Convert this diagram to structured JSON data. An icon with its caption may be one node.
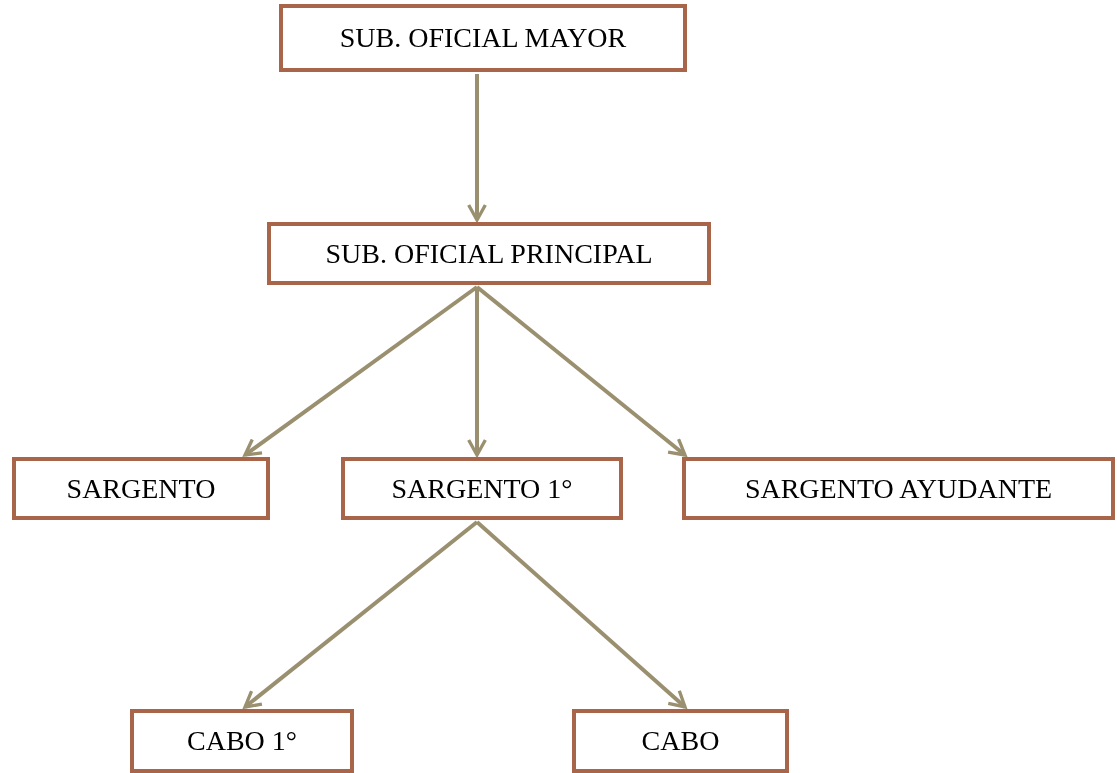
{
  "diagram": {
    "nodes": [
      {
        "text": [
          "SUB. OFICIAL MAYOR"
        ]
      },
      {
        "text": [
          "SUB. OFICIAL PRINCIPAL"
        ]
      },
      {
        "text": [
          "SARGENTO"
        ]
      },
      {
        "text": [
          "SARGENTO 1°"
        ]
      },
      {
        "text": [
          "SARGENTO AYUDANTE"
        ]
      },
      {
        "text": [
          "CABO 1°"
        ]
      },
      {
        "text": [
          "CABO"
        ]
      }
    ],
    "edges": [
      {
        "from": 0,
        "to": 1,
        "arrow": "to"
      },
      {
        "from": 1,
        "to": 2,
        "arrow": "to"
      },
      {
        "from": 1,
        "to": 3,
        "arrow": "to"
      },
      {
        "from": 1,
        "to": 4,
        "arrow": "to"
      },
      {
        "from": 3,
        "to": 5,
        "arrow": "to"
      },
      {
        "from": 3,
        "to": 6,
        "arrow": "to"
      }
    ]
  }
}
